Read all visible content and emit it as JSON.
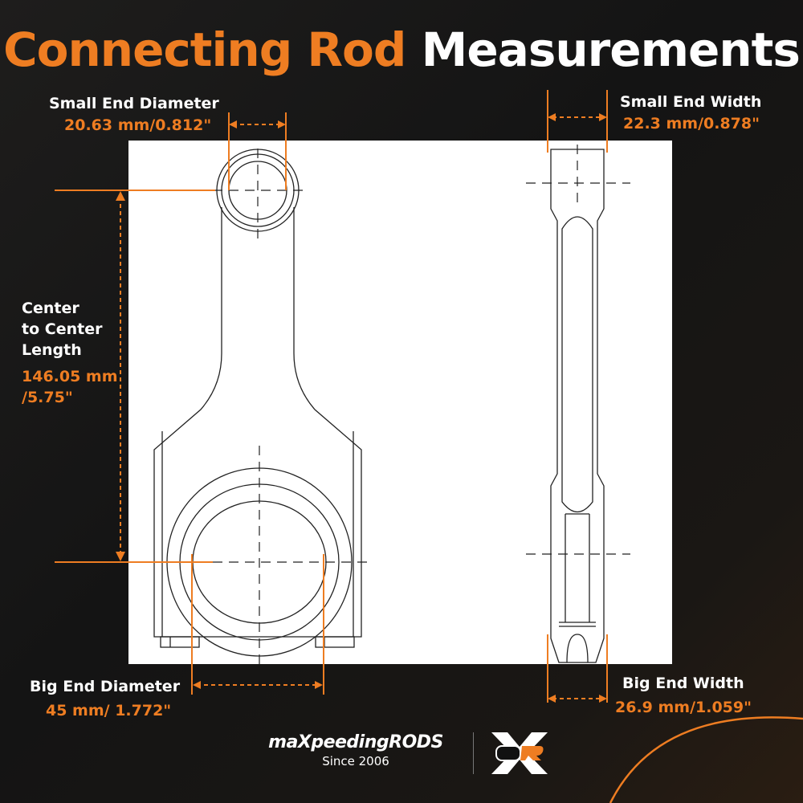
{
  "title": {
    "part1": "Connecting Rod",
    "part2": "Measurements"
  },
  "colors": {
    "accent": "#ee7d22",
    "background": "#161616",
    "panel": "#ffffff"
  },
  "measurements": {
    "small_end_diameter": {
      "label": "Small End Diameter",
      "value": "20.63 mm/0.812\""
    },
    "small_end_width": {
      "label": "Small End Width",
      "value": "22.3 mm/0.878\""
    },
    "center_to_center": {
      "label_line1": "Center",
      "label_line2": "to Center",
      "label_line3": "Length",
      "value_line1": "146.05 mm",
      "value_line2": "/5.75\""
    },
    "big_end_diameter": {
      "label": "Big End Diameter",
      "value": "45 mm/ 1.772\""
    },
    "big_end_width": {
      "label": "Big End Width",
      "value": "26.9 mm/1.059\""
    }
  },
  "footer": {
    "brand": "maXpeedingRODS",
    "since": "Since 2006",
    "badge": "OR"
  }
}
